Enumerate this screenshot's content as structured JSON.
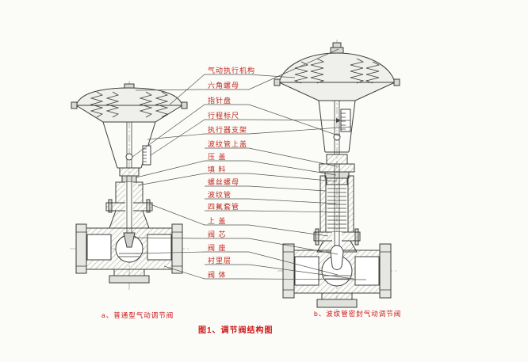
{
  "figure": {
    "title": "图1、调节阀结构图",
    "caption_a": "a、普通型气动调节阀",
    "caption_b": "b、波纹管密封气动调节阀"
  },
  "part_labels": [
    {
      "text": "气动执行机构"
    },
    {
      "text": "六角螺母"
    },
    {
      "text": "指针盘"
    },
    {
      "text": "行程标尺"
    },
    {
      "text": "执行器支架"
    },
    {
      "text": "波纹管上盖"
    },
    {
      "text": "压 盖"
    },
    {
      "text": "填 料"
    },
    {
      "text": "螺丝螺母"
    },
    {
      "text": "波纹管"
    },
    {
      "text": "四氟套管"
    },
    {
      "text": "上 盖"
    },
    {
      "text": "阀 芯"
    },
    {
      "text": "阀 座"
    },
    {
      "text": "衬里层"
    },
    {
      "text": "阀 体"
    }
  ],
  "colors": {
    "label_text": "#c0281e",
    "caption_text": "#cc1616",
    "line": "#3c3c3c"
  }
}
